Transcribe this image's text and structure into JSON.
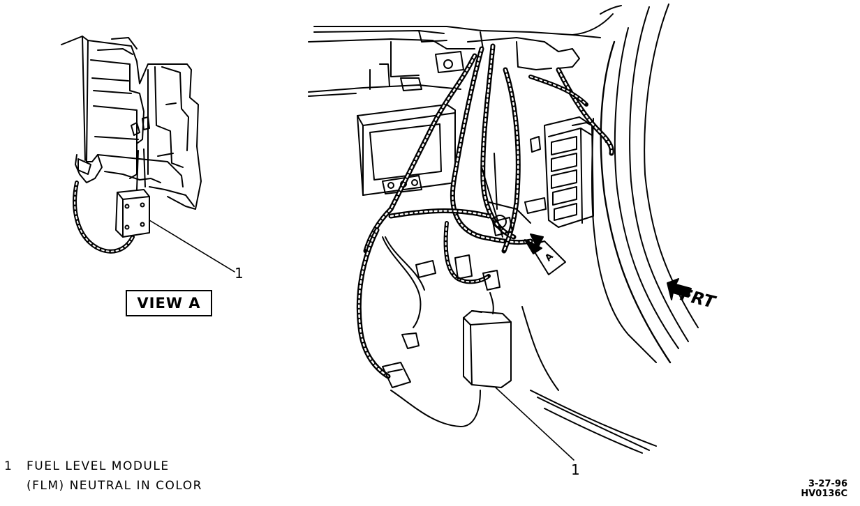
{
  "view_label": "VIEW A",
  "callout_left": "1",
  "callout_right": "1",
  "legend": {
    "number": "1",
    "line1": "FUEL LEVEL MODULE",
    "line2": "(FLM) NEUTRAL IN COLOR"
  },
  "direction_label": "FRT",
  "view_marker": "A",
  "code_line1": "3-27-96",
  "code_line2": "HV0136C"
}
